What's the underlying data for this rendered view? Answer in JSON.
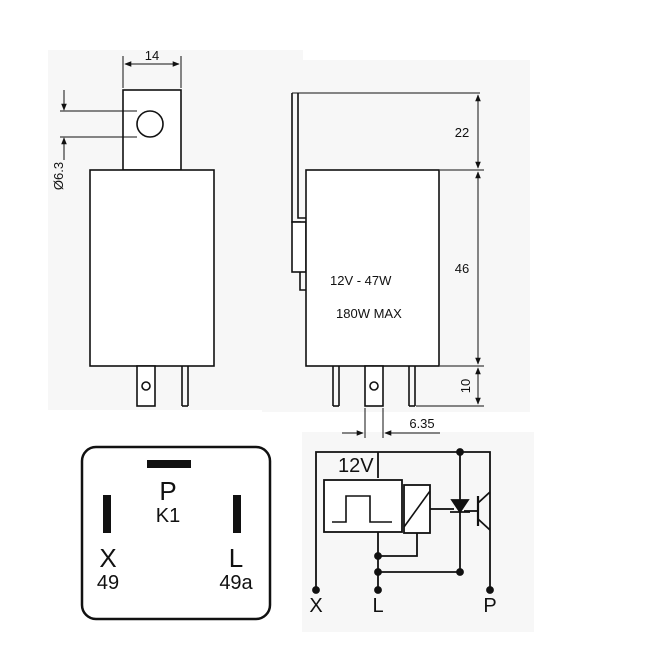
{
  "front_view": {
    "width_dim": "14",
    "hole_dim": "Ø6.3"
  },
  "side_view": {
    "top_dim": "22",
    "body_dim": "46",
    "pin_dim": "10",
    "pin_width_dim": "6.35",
    "rating_label": "12V - 47W",
    "max_label": "180W MAX"
  },
  "pin_layout": {
    "p_label": "P",
    "k1_label": "K1",
    "x_label": "X",
    "x_num": "49",
    "l_label": "L",
    "l_num": "49a"
  },
  "schematic": {
    "voltage_label": "12V",
    "x_terminal": "X",
    "l_terminal": "L",
    "p_terminal": "P"
  }
}
